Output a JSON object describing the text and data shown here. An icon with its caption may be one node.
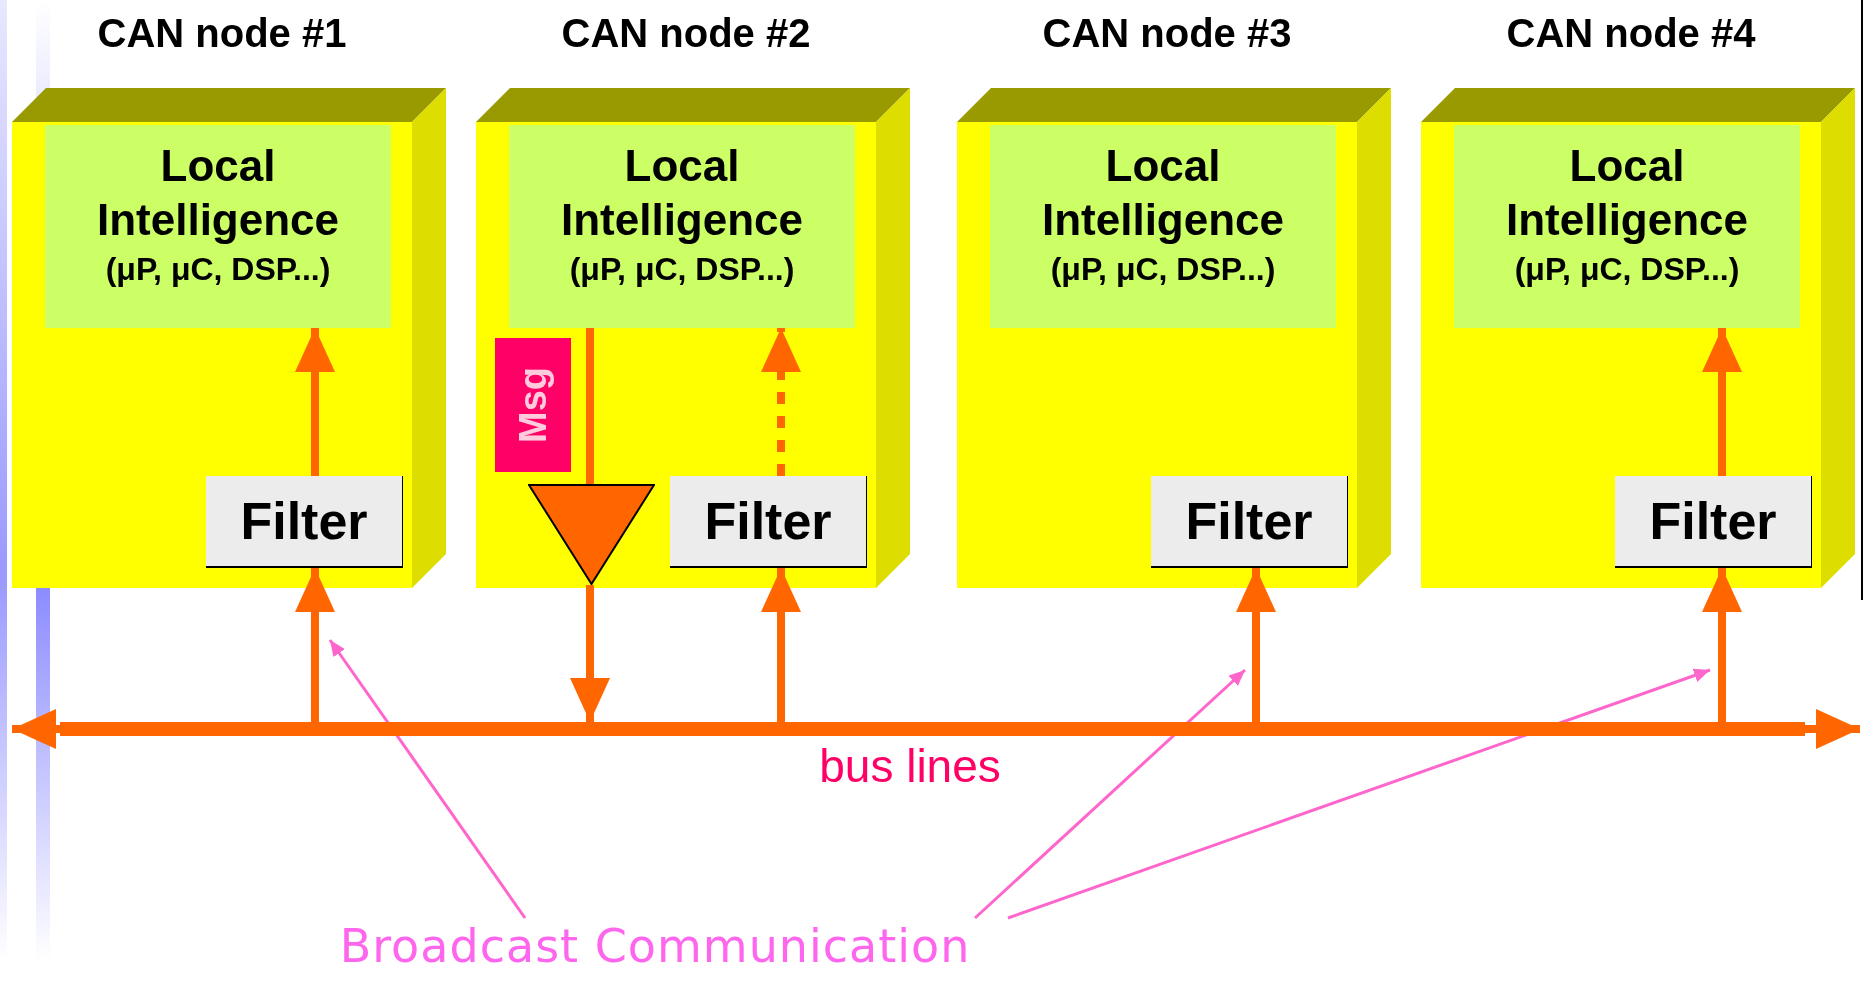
{
  "diagram": {
    "nodes": [
      {
        "text": [
          "CAN node #1"
        ]
      },
      {
        "text": [
          "CAN node #2"
        ]
      },
      {
        "text": [
          "CAN node #3"
        ]
      },
      {
        "text": [
          "CAN node #4"
        ]
      },
      {
        "text": [
          "Local Intelligence",
          "(μP, μC, DSP...)"
        ],
        "in": 0
      },
      {
        "text": [
          "Filter"
        ],
        "in": 0
      },
      {
        "text": [
          "Local Intelligence",
          "(μP, μC, DSP...)"
        ],
        "in": 1
      },
      {
        "text": [
          "Msg"
        ],
        "in": 1
      },
      {
        "text": [],
        "shape": "triangle",
        "in": 1
      },
      {
        "text": [
          "Filter"
        ],
        "in": 1
      },
      {
        "text": [
          "Local Intelligence",
          "(μP, μC, DSP...)"
        ],
        "in": 2
      },
      {
        "text": [
          "Filter"
        ],
        "in": 2
      },
      {
        "text": [
          "Local Intelligence",
          "(μP, μC, DSP...)"
        ],
        "in": 3
      },
      {
        "text": [
          "Filter"
        ],
        "in": 3
      },
      {
        "text": [],
        "shape": "bar",
        "beside": [
          "bus lines"
        ]
      },
      {
        "text": [
          "Broadcast Communication"
        ]
      }
    ],
    "edges": [
      {
        "from": 5,
        "to": 4,
        "arrow": "to"
      },
      {
        "from": 14,
        "to": 5,
        "arrow": "to"
      },
      {
        "from": 6,
        "to": 8,
        "arrow": "none"
      },
      {
        "from": 8,
        "to": 14,
        "arrow": "to"
      },
      {
        "from": 9,
        "to": 6,
        "arrow": "to",
        "style": "dashed"
      },
      {
        "from": 14,
        "to": 9,
        "arrow": "to"
      },
      {
        "from": 14,
        "to": 11,
        "arrow": "to"
      },
      {
        "from": 13,
        "to": 12,
        "arrow": "to"
      },
      {
        "from": 14,
        "to": 13,
        "arrow": "to"
      },
      {
        "from": 14,
        "to": null,
        "arrow": "to"
      },
      {
        "from": 14,
        "to": null,
        "arrow": "to"
      },
      {
        "from": 15,
        "to": null,
        "arrow": "to",
        "color": "#ff66cc"
      },
      {
        "from": 15,
        "to": null,
        "arrow": "to",
        "color": "#ff66cc"
      },
      {
        "from": 15,
        "to": null,
        "arrow": "to",
        "color": "#ff66cc"
      }
    ]
  }
}
